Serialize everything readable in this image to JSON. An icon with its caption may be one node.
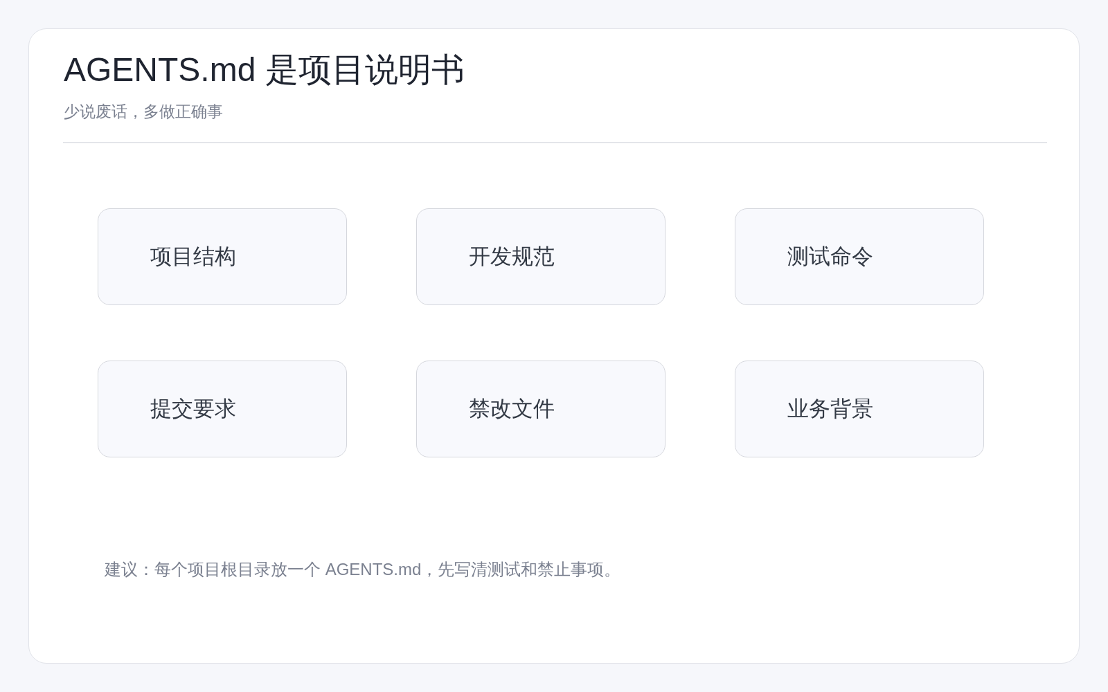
{
  "diagram": {
    "title": "AGENTS.md 是项目说明书",
    "nodes": [
      {
        "text": [
          "项目结构"
        ]
      },
      {
        "text": [
          "开发规范"
        ]
      },
      {
        "text": [
          "测试命令"
        ]
      },
      {
        "text": [
          "提交要求"
        ]
      },
      {
        "text": [
          "禁改文件"
        ]
      },
      {
        "text": [
          "业务背景"
        ]
      }
    ],
    "labels": [
      "少说废话，多做正确事",
      "建议：每个项目根目录放一个 AGENTS.md，先写清测试和禁止事项。"
    ]
  }
}
